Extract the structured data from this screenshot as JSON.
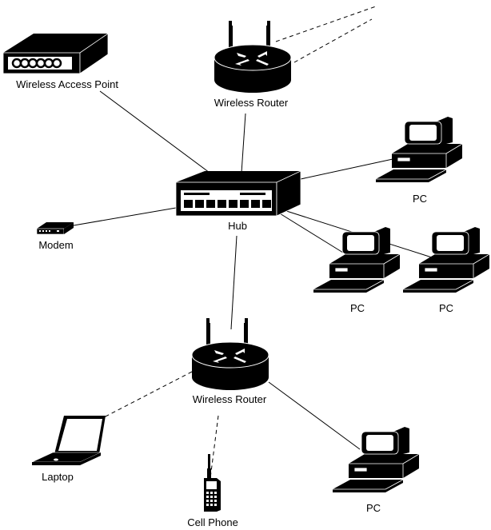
{
  "diagram": {
    "type": "network-topology",
    "nodes": [
      {
        "id": "wap",
        "kind": "wireless-access-point",
        "label": "Wireless Access Point"
      },
      {
        "id": "router-top",
        "kind": "wireless-router",
        "label": "Wireless Router"
      },
      {
        "id": "hub",
        "kind": "hub",
        "label": "Hub"
      },
      {
        "id": "modem",
        "kind": "modem",
        "label": "Modem"
      },
      {
        "id": "pc-1",
        "kind": "pc",
        "label": "PC"
      },
      {
        "id": "pc-2",
        "kind": "pc",
        "label": "PC"
      },
      {
        "id": "pc-3",
        "kind": "pc",
        "label": "PC"
      },
      {
        "id": "router-bottom",
        "kind": "wireless-router",
        "label": "Wireless Router"
      },
      {
        "id": "laptop",
        "kind": "laptop",
        "label": "Laptop"
      },
      {
        "id": "phone",
        "kind": "cell-phone",
        "label": "Cell Phone"
      },
      {
        "id": "pc-4",
        "kind": "pc",
        "label": "PC"
      }
    ],
    "edges": [
      {
        "from": "hub",
        "to": "wap",
        "style": "wired"
      },
      {
        "from": "hub",
        "to": "router-top",
        "style": "wired"
      },
      {
        "from": "hub",
        "to": "modem",
        "style": "wired"
      },
      {
        "from": "hub",
        "to": "pc-1",
        "style": "wired"
      },
      {
        "from": "hub",
        "to": "pc-2",
        "style": "wired"
      },
      {
        "from": "hub",
        "to": "pc-3",
        "style": "wired"
      },
      {
        "from": "hub",
        "to": "router-bottom",
        "style": "wired"
      },
      {
        "from": "router-bottom",
        "to": "pc-4",
        "style": "wired"
      },
      {
        "from": "router-bottom",
        "to": "laptop",
        "style": "wireless"
      },
      {
        "from": "router-bottom",
        "to": "phone",
        "style": "wireless"
      },
      {
        "from": "router-top",
        "to": "off-canvas",
        "style": "wireless"
      }
    ]
  },
  "labels": {
    "wap": "Wireless Access Point",
    "router_top": "Wireless Router",
    "hub": "Hub",
    "modem": "Modem",
    "pc_1": "PC",
    "pc_2": "PC",
    "pc_3": "PC",
    "router_bottom": "Wireless Router",
    "laptop": "Laptop",
    "phone": "Cell Phone",
    "pc_4": "PC"
  }
}
